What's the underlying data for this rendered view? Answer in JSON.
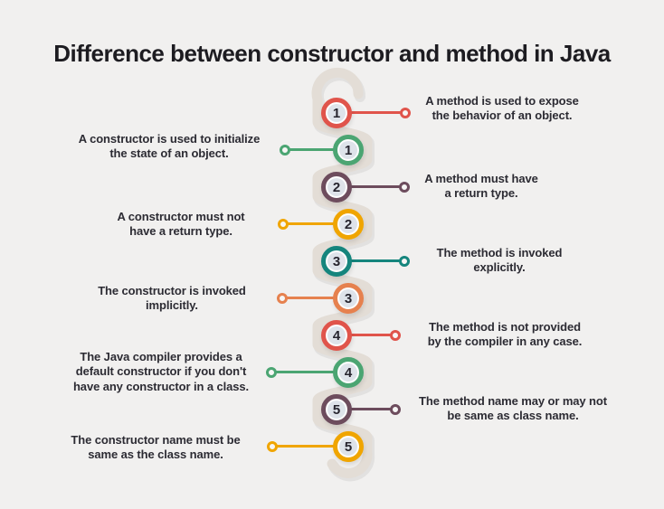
{
  "title": "Difference between constructor and method in Java",
  "colors": {
    "background": "#f1f0ef",
    "band": "#e3ddd6",
    "circle_fill": "#dee3ea",
    "text": "#2c2b33",
    "red": "#e0544b",
    "green": "#4ba572",
    "plum": "#6d4c5d",
    "gold": "#f0a500",
    "teal": "#15857d",
    "orange": "#e6814e"
  },
  "items": [
    {
      "number": "1",
      "side": "right",
      "topic": "method",
      "color": "#e0544b",
      "text": "A method is used to expose\nthe behavior of an object."
    },
    {
      "number": "1",
      "side": "left",
      "topic": "constructor",
      "color": "#4ba572",
      "text": "A constructor is used to initialize\nthe state of an object."
    },
    {
      "number": "2",
      "side": "right",
      "topic": "method",
      "color": "#6d4c5d",
      "text": "A method must have\na return type."
    },
    {
      "number": "2",
      "side": "left",
      "topic": "constructor",
      "color": "#f0a500",
      "text": "A constructor must not\nhave a return type."
    },
    {
      "number": "3",
      "side": "right",
      "topic": "method",
      "color": "#15857d",
      "text": "The method is invoked\nexplicitly."
    },
    {
      "number": "3",
      "side": "left",
      "topic": "constructor",
      "color": "#e6814e",
      "text": "The constructor is invoked\nimplicitly."
    },
    {
      "number": "4",
      "side": "right",
      "topic": "method",
      "color": "#e0544b",
      "text": "The method is not provided\nby the compiler in any case."
    },
    {
      "number": "4",
      "side": "left",
      "topic": "constructor",
      "color": "#4ba572",
      "text": "The Java compiler provides a\ndefault constructor if you don't\nhave any constructor in a class."
    },
    {
      "number": "5",
      "side": "right",
      "topic": "method",
      "color": "#6d4c5d",
      "text": "The method name may or may not\nbe same as class name."
    },
    {
      "number": "5",
      "side": "left",
      "topic": "constructor",
      "color": "#f0a500",
      "text": "The constructor name must be\nsame as the class name."
    }
  ]
}
